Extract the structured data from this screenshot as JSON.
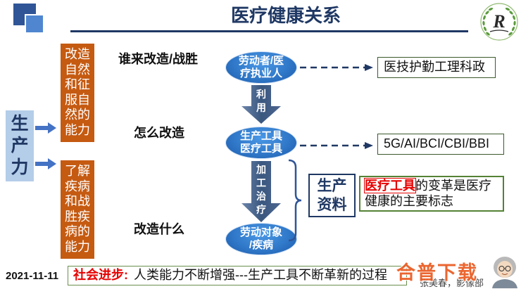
{
  "slide": {
    "title": "医疗健康关系",
    "date": "2021-11-11",
    "author": "张美春，影像部"
  },
  "logo": {
    "letter": "R"
  },
  "watermark": "合普下载",
  "productivity": "生产力",
  "abilities": [
    "改造自然和征服自然的能力",
    "了解疾病和战胜疾病的能力"
  ],
  "questions": [
    "谁来改造/战胜",
    "怎么改造",
    "改造什么"
  ],
  "nodes": [
    {
      "lines": [
        "劳动者/医",
        "疗执业人"
      ]
    },
    {
      "lines": [
        "生产工具",
        "医疗工具"
      ]
    },
    {
      "lines": [
        "劳动对象",
        "/疾病"
      ]
    }
  ],
  "flows": [
    {
      "label": "利用"
    },
    {
      "label": "加工治疗"
    }
  ],
  "examples": [
    "医技护勤工理科政",
    "5G/AI/BCI/CBI/BBI"
  ],
  "means_of_production": "生产资料",
  "conclusion": {
    "highlight": "医疗工具",
    "line1_rest": "的变革是医疗",
    "line2": "健康的主要标志"
  },
  "footer": {
    "label": "社会进步:",
    "statement": "人类能力不断增强---生产工具不断革新的过程"
  },
  "icons": {
    "productivity_arrows": "right-arrow-icon",
    "flow_arrows": "down-arrow-icon",
    "example_arrows": "dashed-right-arrow-icon",
    "grouping": "curly-brace-icon"
  },
  "colors": {
    "navy": "#1f3864",
    "accent": "#4472c4",
    "orange": "#c55a11",
    "node": "#2e75c6",
    "red": "#e60000",
    "green": "#548235",
    "arrow": "#3a577f"
  }
}
